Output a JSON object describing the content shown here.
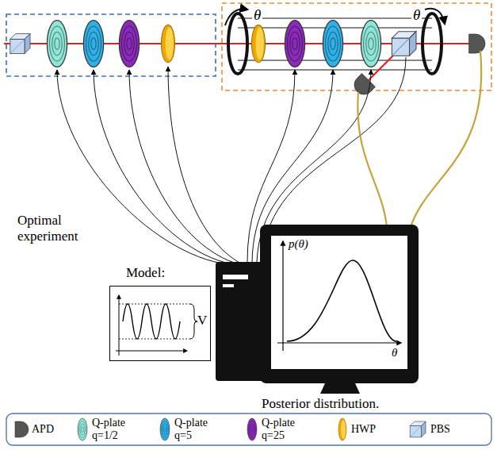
{
  "diagram": {
    "nodes": [
      {
        "text": [
          "Model:",
          "V"
        ]
      },
      {
        "text": [
          "p(θ)",
          "θ"
        ]
      }
    ],
    "labels": [
      "θ",
      "θ",
      "Optimal experiment",
      "Posterior distribution."
    ],
    "legend": [
      {
        "text": "APD"
      },
      {
        "text": "Q-plate q=1/2"
      },
      {
        "text": "Q-plate q=5"
      },
      {
        "text": "Q-plate q=25"
      },
      {
        "text": "HWP"
      },
      {
        "text": "PBS"
      }
    ]
  }
}
